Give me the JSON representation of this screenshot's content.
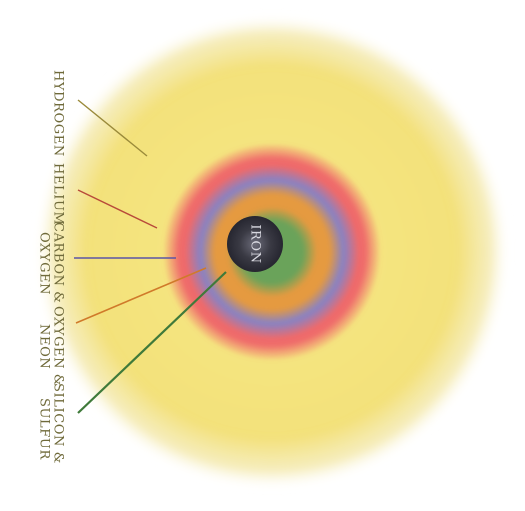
{
  "diagram": {
    "layers": [
      {
        "id": "hydrogen",
        "label": "HYDROGEN",
        "line2": "",
        "color": "#f2e27c",
        "text_color": "#6f6a3a",
        "pointer_color": "#9a8a3a"
      },
      {
        "id": "helium",
        "label": "HELIUM",
        "line2": "",
        "color": "#ef6a6a",
        "text_color": "#6f6a3a",
        "pointer_color": "#b84a3a"
      },
      {
        "id": "carbon",
        "label": "CARBON &",
        "line2": "OXYGEN",
        "color": "#8a82c2",
        "text_color": "#6f6a3a",
        "pointer_color": "#5a55a6"
      },
      {
        "id": "oxygen",
        "label": "OXYGEN &",
        "line2": "NEON",
        "color": "#e59a3f",
        "text_color": "#6f6a3a",
        "pointer_color": "#d07a2a"
      },
      {
        "id": "silicon",
        "label": "SILICON &",
        "line2": "SULFUR",
        "color": "#6aa35a",
        "text_color": "#6f6a3a",
        "pointer_color": "#3f7a3a"
      }
    ],
    "core": {
      "label": "IRON",
      "color": "#3a3a44",
      "text_color": "#d8d8e0"
    }
  }
}
